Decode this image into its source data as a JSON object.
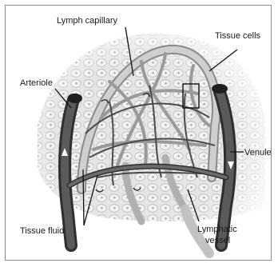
{
  "labels": {
    "lymph_capillary": "Lymph capillary",
    "tissue_cells": "Tissue cells",
    "arteriole": "Arteriole",
    "venule": "Venule",
    "tissue_fluid": "Tissue fluid",
    "lymphatic_vessel_line1": "Lymphatic",
    "lymphatic_vessel_line2": "vessel"
  },
  "colors": {
    "background_cells": "#d9d9d9",
    "cell_outline": "#b5b5b5",
    "blood_vessel": "#5a5a5a",
    "blood_vessel_dark": "#2f2f2f",
    "lymph_vessel": "#c8c8c8",
    "lymph_vessel_outline": "#8a8a8a",
    "leader_line": "#111111"
  }
}
